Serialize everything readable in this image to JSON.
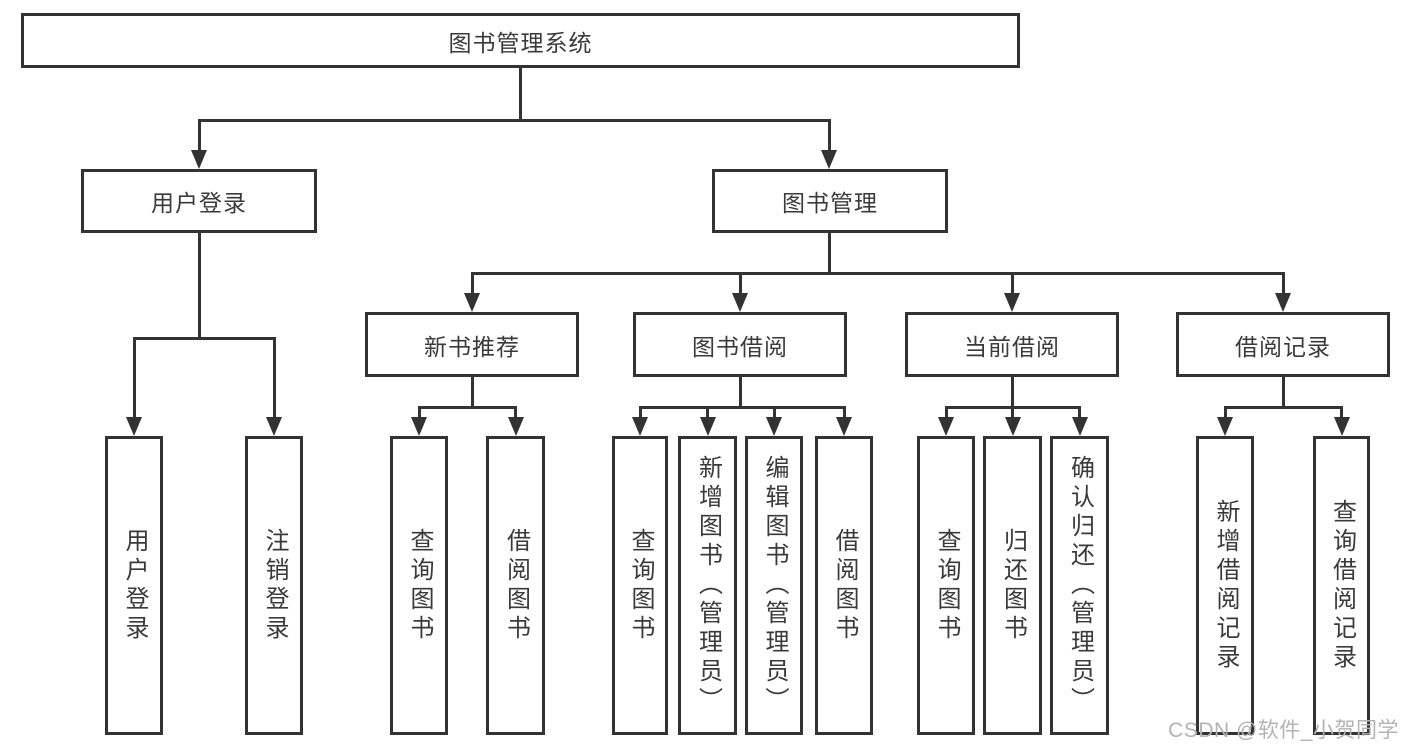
{
  "tree": {
    "root": {
      "label": "图书管理系统",
      "children": [
        {
          "label": "用户登录",
          "children": [
            {
              "label": "用户登录"
            },
            {
              "label": "注销登录"
            }
          ]
        },
        {
          "label": "图书管理",
          "children": [
            {
              "label": "新书推荐",
              "children": [
                {
                  "label": "查询图书"
                },
                {
                  "label": "借阅图书"
                }
              ]
            },
            {
              "label": "图书借阅",
              "children": [
                {
                  "label": "查询图书"
                },
                {
                  "label": "新增图书（管理员）"
                },
                {
                  "label": "编辑图书（管理员）"
                },
                {
                  "label": "借阅图书"
                }
              ]
            },
            {
              "label": "当前借阅",
              "children": [
                {
                  "label": "查询图书"
                },
                {
                  "label": "归还图书"
                },
                {
                  "label": "确认归还（管理员）"
                }
              ]
            },
            {
              "label": "借阅记录",
              "children": [
                {
                  "label": "新增借阅记录"
                },
                {
                  "label": "查询借阅记录"
                }
              ]
            }
          ]
        }
      ]
    }
  },
  "watermark": "CSDN @软件_小贺同学",
  "colors": {
    "line": "#333333",
    "text": "#3a3a3a",
    "watermark_text": "#b3b3b3",
    "background": "#ffffff"
  }
}
